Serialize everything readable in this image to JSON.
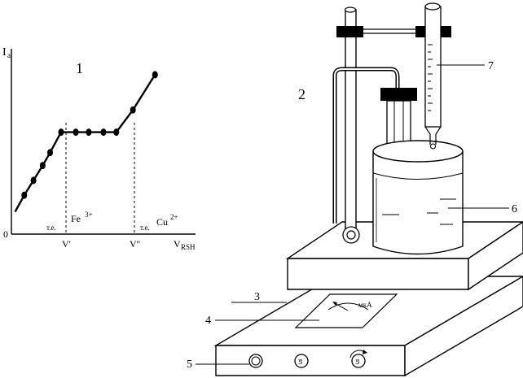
{
  "graph": {
    "panel_number": "1",
    "y_axis_label": "I",
    "y_axis_sub": "a",
    "origin_label": "0",
    "x_axis_label": "V",
    "x_axis_sub": "RSH",
    "eq_point_1": {
      "prefix": "т.е.",
      "ion": "Fe",
      "charge": "3+",
      "volume_label": "V'"
    },
    "eq_point_2": {
      "prefix": "т.е.",
      "ion": "Cu",
      "charge": "2+",
      "volume_label": "V''"
    }
  },
  "chart_data": {
    "type": "line",
    "series": [
      {
        "points": [
          [
            0.02,
            0.12
          ],
          [
            0.07,
            0.21
          ],
          [
            0.12,
            0.29
          ],
          [
            0.17,
            0.37
          ],
          [
            0.21,
            0.44
          ],
          [
            0.27,
            0.55
          ],
          [
            0.35,
            0.55
          ],
          [
            0.42,
            0.55
          ],
          [
            0.5,
            0.55
          ],
          [
            0.57,
            0.55
          ],
          [
            0.66,
            0.67
          ],
          [
            0.78,
            0.86
          ]
        ]
      }
    ],
    "break_points": [
      "V'",
      "V''"
    ]
  },
  "apparatus": {
    "panel_number": "2",
    "callouts": {
      "c3": "3",
      "c4": "4",
      "c5": "5",
      "c6": "6",
      "c7": "7"
    },
    "meter_unit": "мкА",
    "knob_symbol": "ƽ"
  }
}
